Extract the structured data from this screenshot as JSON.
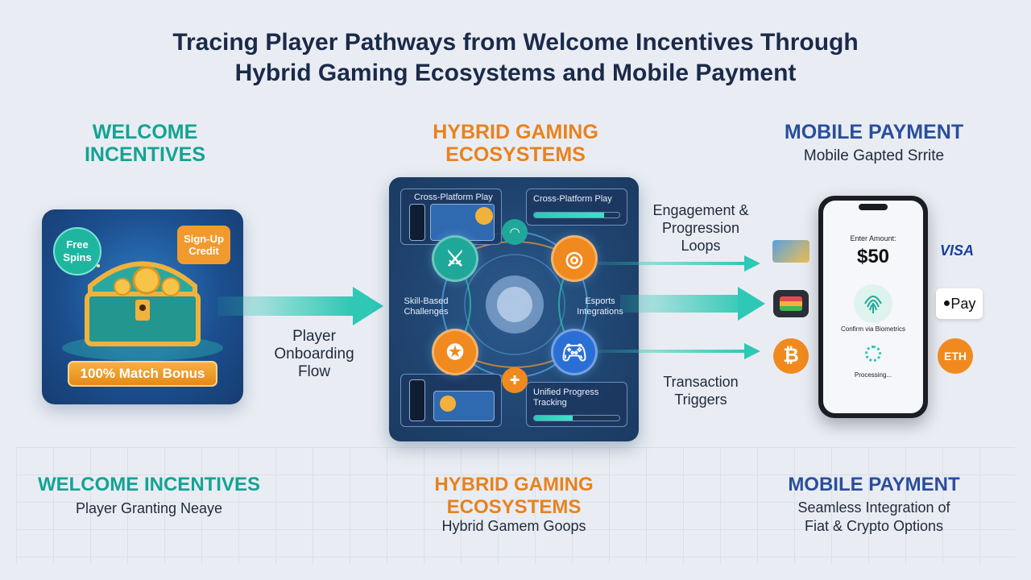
{
  "title": {
    "line1": "Tracing Player Pathways from Welcome Incentives Through",
    "line2": "Hybrid Gaming Ecosystems and Mobile Payment"
  },
  "columns": {
    "incentives": {
      "heading_line1": "WELCOME",
      "heading_line2": "INCENTIVES"
    },
    "ecosystems": {
      "heading_line1": "HYBRID GAMING",
      "heading_line2": "ECOSYSTEMS"
    },
    "payment": {
      "heading": "MOBILE PAYMENT",
      "subtitle": "Mobile Gapted Srrite"
    }
  },
  "incentive_card": {
    "free_spins": "Free Spins",
    "sign_up_credit": "Sign-Up Credit",
    "match_bonus": "100% Match Bonus"
  },
  "onboarding_flow": {
    "line1": "Player",
    "line2": "Onboarding",
    "line3": "Flow"
  },
  "eco_panel": {
    "card_top_left": "Cross-Platform Play",
    "card_top_right": "Cross-Platform Play",
    "card_bottom_right": "Unified Progress Tracking",
    "skill_label": "Skill-Based Challenges",
    "esports_label": "Esports Integrations",
    "progress_top": 0.82,
    "progress_bottom": 0.45
  },
  "flow_labels": {
    "engagement": "Engagement & Progression Loops",
    "transaction": "Transaction Triggers"
  },
  "phone": {
    "amount_label": "Enter Amount:",
    "amount": "$50",
    "confirm": "Confirm via Biometrics",
    "processing": "Processing..."
  },
  "payment_methods": {
    "visa": "VISA",
    "apple_pay": "Pay",
    "eth": "ETH",
    "btc": "₿"
  },
  "bottom": {
    "incentives": {
      "heading": "WELCOME INCENTIVES",
      "sub": "Player Granting Neaye"
    },
    "ecosystems": {
      "heading_line1": "HYBRID GAMING",
      "heading_line2": "ECOSYSTEMS",
      "sub": "Hybrid Gamem Goops"
    },
    "payment": {
      "heading": "MOBILE PAYMENT",
      "sub_line1": "Seamless Integration of",
      "sub_line2": "Fiat & Crypto Options"
    }
  },
  "colors": {
    "teal": "#14a393",
    "orange": "#e8821e",
    "navy": "#2a4e9c",
    "arrow": "#2ec8b4"
  }
}
